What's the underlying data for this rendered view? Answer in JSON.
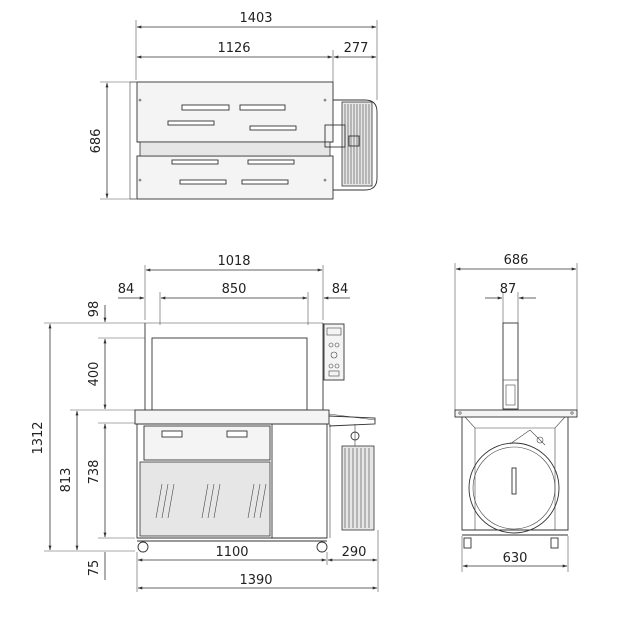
{
  "top_view": {
    "overall_width": "1403",
    "machine_width": "1126",
    "dispenser_width": "277",
    "depth": "686"
  },
  "front_view": {
    "table_width": "1018",
    "side_left": "84",
    "arch_width": "850",
    "side_right": "84",
    "arch_top": "98",
    "arch_height": "400",
    "overall_height": "1312",
    "table_height": "813",
    "body_height": "738",
    "caster_height": "75",
    "base_width": "1100",
    "dispenser_offset": "290",
    "overall_length": "1390"
  },
  "side_view": {
    "width": "686",
    "column_width": "87",
    "base_width": "630"
  }
}
